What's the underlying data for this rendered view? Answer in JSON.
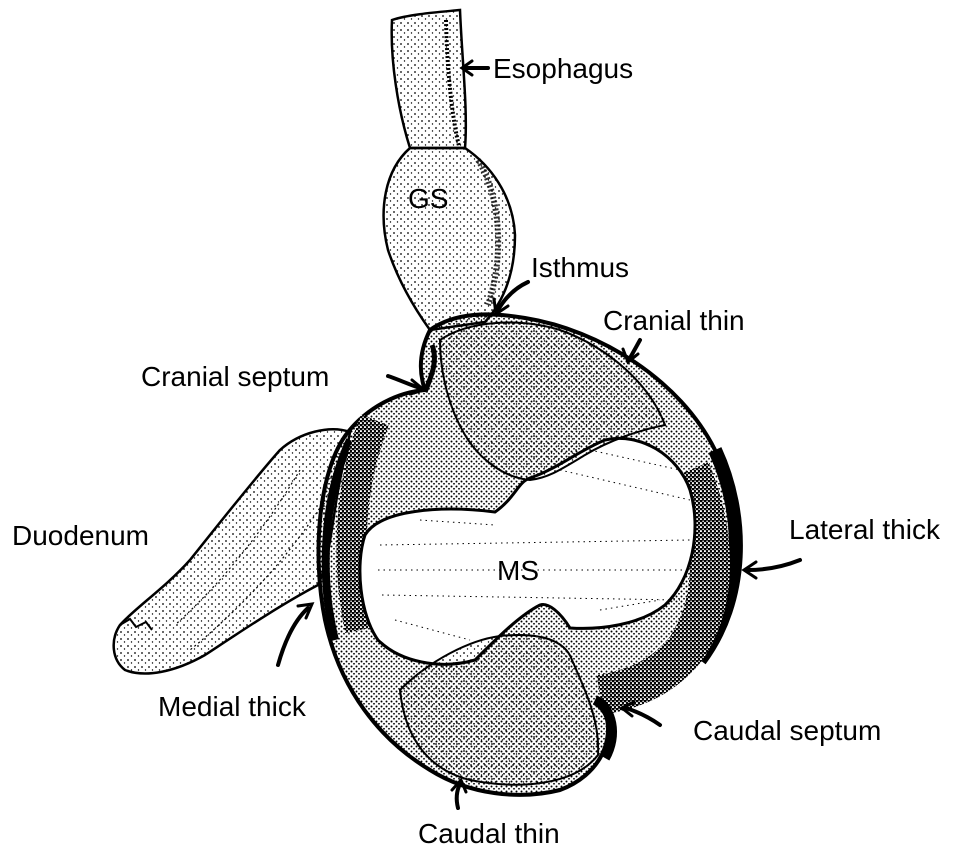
{
  "diagram": {
    "labels": {
      "esophagus": "Esophagus",
      "gs": "GS",
      "isthmus": "Isthmus",
      "cranial_thin": "Cranial thin",
      "cranial_septum": "Cranial septum",
      "duodenum": "Duodenum",
      "ms": "MS",
      "lateral_thick": "Lateral thick",
      "medial_thick": "Medial thick",
      "caudal_septum": "Caudal septum",
      "caudal_thin": "Caudal thin"
    },
    "colors": {
      "ink": "#000000",
      "paper": "#ffffff"
    }
  }
}
